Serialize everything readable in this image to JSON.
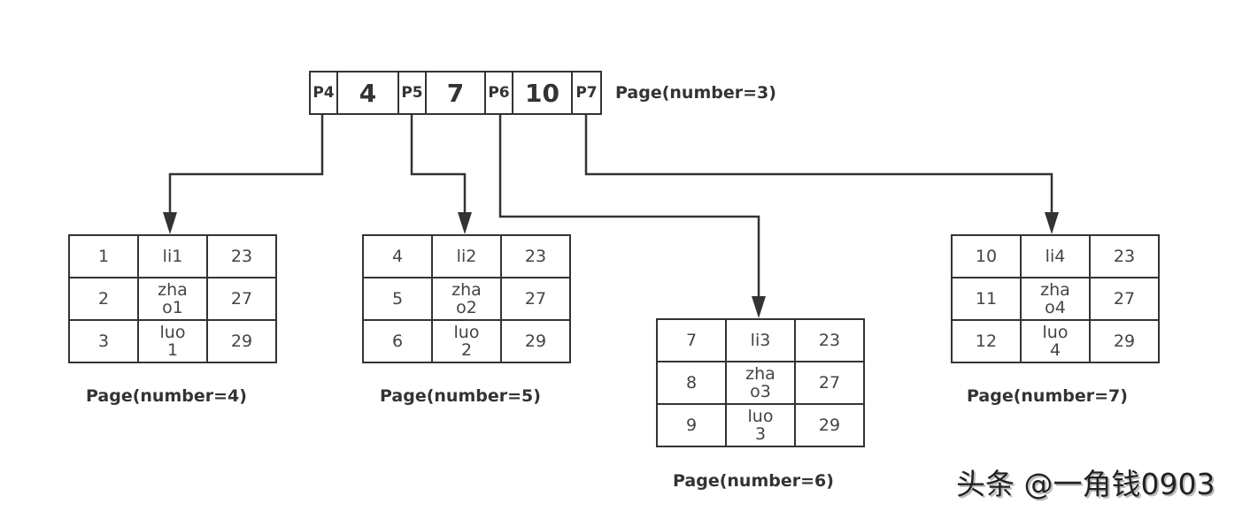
{
  "root_node": {
    "cells": [
      {
        "type": "pointer",
        "text": "P4"
      },
      {
        "type": "key",
        "text": "4"
      },
      {
        "type": "pointer",
        "text": "P5"
      },
      {
        "type": "key",
        "text": "7"
      },
      {
        "type": "pointer",
        "text": "P6"
      },
      {
        "type": "key",
        "text": "10"
      },
      {
        "type": "pointer",
        "text": "P7"
      }
    ],
    "label": "Page(number=3)"
  },
  "leaf_pages": [
    {
      "label": "Page(number=4)",
      "rows": [
        [
          "1",
          "li1",
          "23"
        ],
        [
          "2",
          "zhao1",
          "27"
        ],
        [
          "3",
          "luo1",
          "29"
        ]
      ]
    },
    {
      "label": "Page(number=5)",
      "rows": [
        [
          "4",
          "li2",
          "23"
        ],
        [
          "5",
          "zhao2",
          "27"
        ],
        [
          "6",
          "luo2",
          "29"
        ]
      ]
    },
    {
      "label": "Page(number=6)",
      "rows": [
        [
          "7",
          "li3",
          "23"
        ],
        [
          "8",
          "zhao3",
          "27"
        ],
        [
          "9",
          "luo3",
          "29"
        ]
      ]
    },
    {
      "label": "Page(number=7)",
      "rows": [
        [
          "10",
          "li4",
          "23"
        ],
        [
          "11",
          "zhao4",
          "27"
        ],
        [
          "12",
          "luo4",
          "29"
        ]
      ]
    }
  ],
  "edges": [
    {
      "from": "P4",
      "to": "Page(number=4)"
    },
    {
      "from": "P5",
      "to": "Page(number=5)"
    },
    {
      "from": "P6",
      "to": "Page(number=6)"
    },
    {
      "from": "P7",
      "to": "Page(number=7)"
    }
  ],
  "watermark": "头条 @一角钱0903",
  "colors": {
    "line": "#333333",
    "text": "#444444",
    "background": "#ffffff"
  }
}
